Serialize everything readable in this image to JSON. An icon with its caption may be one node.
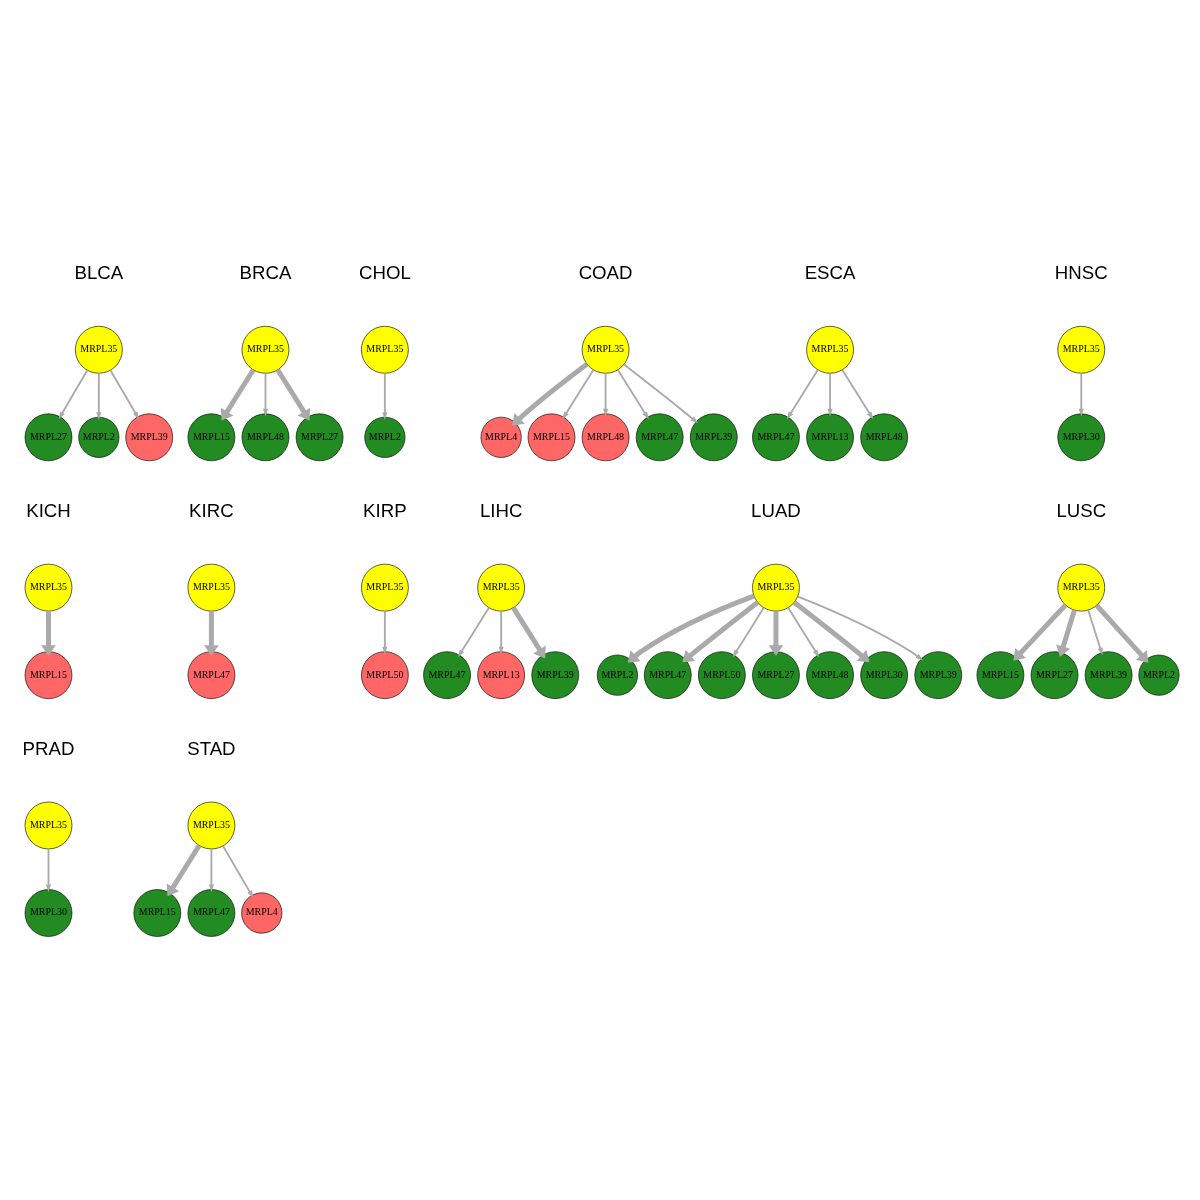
{
  "diagram": {
    "labels": [
      "BLCA",
      "BRCA",
      "CHOL",
      "COAD",
      "ESCA",
      "HNSC",
      "KICH",
      "KIRC",
      "KIRP",
      "LIHC",
      "LUAD",
      "LUSC",
      "PRAD",
      "STAD"
    ],
    "nodes": [
      {
        "text": [
          "MRPL27"
        ]
      },
      {
        "text": [
          "MRPL2"
        ]
      },
      {
        "text": [
          "MRPL35"
        ]
      },
      {
        "text": [
          "MRPL39"
        ]
      },
      {
        "text": [
          "MRPL15"
        ]
      },
      {
        "text": [
          "MRPL35"
        ]
      },
      {
        "text": [
          "MRPL48"
        ]
      },
      {
        "text": [
          "MRPL27"
        ]
      },
      {
        "text": [
          "MRPL2"
        ]
      },
      {
        "text": [
          "MRPL35"
        ]
      },
      {
        "text": [
          "MRPL4"
        ]
      },
      {
        "text": [
          "MRPL15"
        ]
      },
      {
        "text": [
          "MRPL35"
        ]
      },
      {
        "text": [
          "MRPL48"
        ]
      },
      {
        "text": [
          "MRPL47"
        ]
      },
      {
        "text": [
          "MRPL39"
        ]
      },
      {
        "text": [
          "MRPL47"
        ]
      },
      {
        "text": [
          "MRPL13"
        ]
      },
      {
        "text": [
          "MRPL35"
        ]
      },
      {
        "text": [
          "MRPL48"
        ]
      },
      {
        "text": [
          "MRPL35"
        ]
      },
      {
        "text": [
          "MRPL30"
        ]
      },
      {
        "text": [
          "MRPL15"
        ]
      },
      {
        "text": [
          "MRPL35"
        ]
      },
      {
        "text": [
          "MRPL35"
        ]
      },
      {
        "text": [
          "MRPL47"
        ]
      },
      {
        "text": [
          "MRPL50"
        ]
      },
      {
        "text": [
          "MRPL35"
        ]
      },
      {
        "text": [
          "MRPL47"
        ]
      },
      {
        "text": [
          "MRPL35"
        ]
      },
      {
        "text": [
          "MRPL13"
        ]
      },
      {
        "text": [
          "MRPL39"
        ]
      },
      {
        "text": [
          "MRPL2"
        ]
      },
      {
        "text": [
          "MRPL47"
        ]
      },
      {
        "text": [
          "MRPL50"
        ]
      },
      {
        "text": [
          "MRPL27"
        ]
      },
      {
        "text": [
          "MRPL35"
        ]
      },
      {
        "text": [
          "MRPL48"
        ]
      },
      {
        "text": [
          "MRPL30"
        ]
      },
      {
        "text": [
          "MRPL39"
        ]
      },
      {
        "text": [
          "MRPL15"
        ]
      },
      {
        "text": [
          "MRPL27"
        ]
      },
      {
        "text": [
          "MRPL35"
        ]
      },
      {
        "text": [
          "MRPL39"
        ]
      },
      {
        "text": [
          "MRPL2"
        ]
      },
      {
        "text": [
          "MRPL30"
        ]
      },
      {
        "text": [
          "MRPL35"
        ]
      },
      {
        "text": [
          "MRPL15"
        ]
      },
      {
        "text": [
          "MRPL35"
        ]
      },
      {
        "text": [
          "MRPL47"
        ]
      },
      {
        "text": [
          "MRPL4"
        ]
      }
    ],
    "edges": [
      {
        "from": 2,
        "to": 0,
        "arrow": "to"
      },
      {
        "from": 2,
        "to": 1,
        "arrow": "to"
      },
      {
        "from": 2,
        "to": 3,
        "arrow": "to"
      },
      {
        "from": 5,
        "to": 4,
        "arrow": "to",
        "style": "thick"
      },
      {
        "from": 5,
        "to": 6,
        "arrow": "to"
      },
      {
        "from": 5,
        "to": 7,
        "arrow": "to",
        "style": "thick"
      },
      {
        "from": 9,
        "to": 8,
        "arrow": "to"
      },
      {
        "from": 12,
        "to": 10,
        "arrow": "to",
        "style": "thick"
      },
      {
        "from": 12,
        "to": 11,
        "arrow": "to"
      },
      {
        "from": 12,
        "to": 13,
        "arrow": "to"
      },
      {
        "from": 12,
        "to": 14,
        "arrow": "to"
      },
      {
        "from": 12,
        "to": 15,
        "arrow": "to"
      },
      {
        "from": 18,
        "to": 16,
        "arrow": "to"
      },
      {
        "from": 18,
        "to": 17,
        "arrow": "to"
      },
      {
        "from": 18,
        "to": 19,
        "arrow": "to"
      },
      {
        "from": 20,
        "to": 21,
        "arrow": "to"
      },
      {
        "from": 23,
        "to": 22,
        "arrow": "to",
        "style": "thick"
      },
      {
        "from": 24,
        "to": 25,
        "arrow": "to",
        "style": "thick"
      },
      {
        "from": 27,
        "to": 26,
        "arrow": "to"
      },
      {
        "from": 29,
        "to": 28,
        "arrow": "to"
      },
      {
        "from": 29,
        "to": 30,
        "arrow": "to"
      },
      {
        "from": 29,
        "to": 31,
        "arrow": "to",
        "style": "thick"
      },
      {
        "from": 36,
        "to": 32,
        "arrow": "to",
        "style": "thick"
      },
      {
        "from": 36,
        "to": 33,
        "arrow": "to",
        "style": "thick"
      },
      {
        "from": 36,
        "to": 34,
        "arrow": "to"
      },
      {
        "from": 36,
        "to": 35,
        "arrow": "to",
        "style": "thick"
      },
      {
        "from": 36,
        "to": 37,
        "arrow": "to"
      },
      {
        "from": 36,
        "to": 38,
        "arrow": "to",
        "style": "thick"
      },
      {
        "from": 36,
        "to": 39,
        "arrow": "to"
      },
      {
        "from": 42,
        "to": 40,
        "arrow": "to",
        "style": "thick"
      },
      {
        "from": 42,
        "to": 41,
        "arrow": "to",
        "style": "thick"
      },
      {
        "from": 42,
        "to": 43,
        "arrow": "to"
      },
      {
        "from": 42,
        "to": 44,
        "arrow": "to",
        "style": "thick"
      },
      {
        "from": 46,
        "to": 45,
        "arrow": "to"
      },
      {
        "from": 48,
        "to": 47,
        "arrow": "to",
        "style": "thick"
      },
      {
        "from": 48,
        "to": 49,
        "arrow": "to"
      },
      {
        "from": 48,
        "to": 50,
        "arrow": "to"
      }
    ]
  }
}
